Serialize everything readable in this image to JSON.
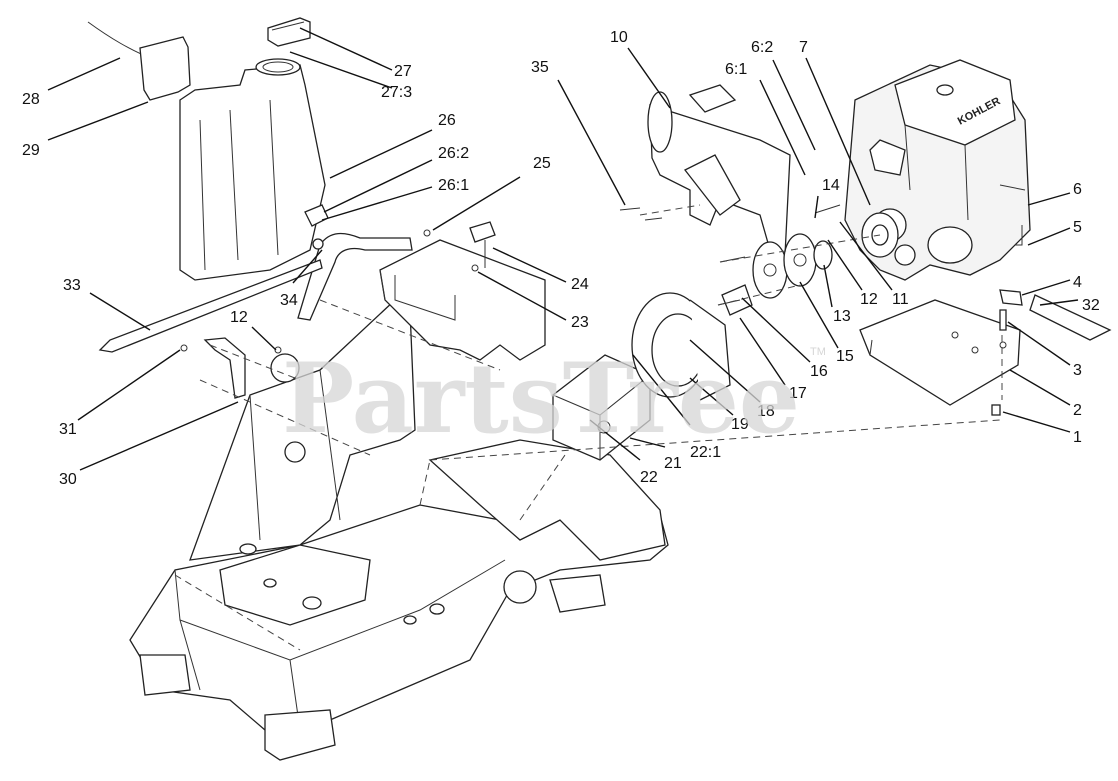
{
  "watermark": {
    "text": "PartsTree",
    "trademark": "TM"
  },
  "engine_brand": "KOHLER",
  "callouts": [
    "1",
    "2",
    "3",
    "4",
    "5",
    "6",
    "6:1",
    "6:2",
    "7",
    "10",
    "11",
    "12",
    "12",
    "13",
    "14",
    "15",
    "16",
    "17",
    "18",
    "19",
    "21",
    "22",
    "22:1",
    "23",
    "24",
    "25",
    "26",
    "26:1",
    "26:2",
    "27",
    "27:3",
    "28",
    "29",
    "30",
    "31",
    "32",
    "33",
    "34",
    "35"
  ]
}
